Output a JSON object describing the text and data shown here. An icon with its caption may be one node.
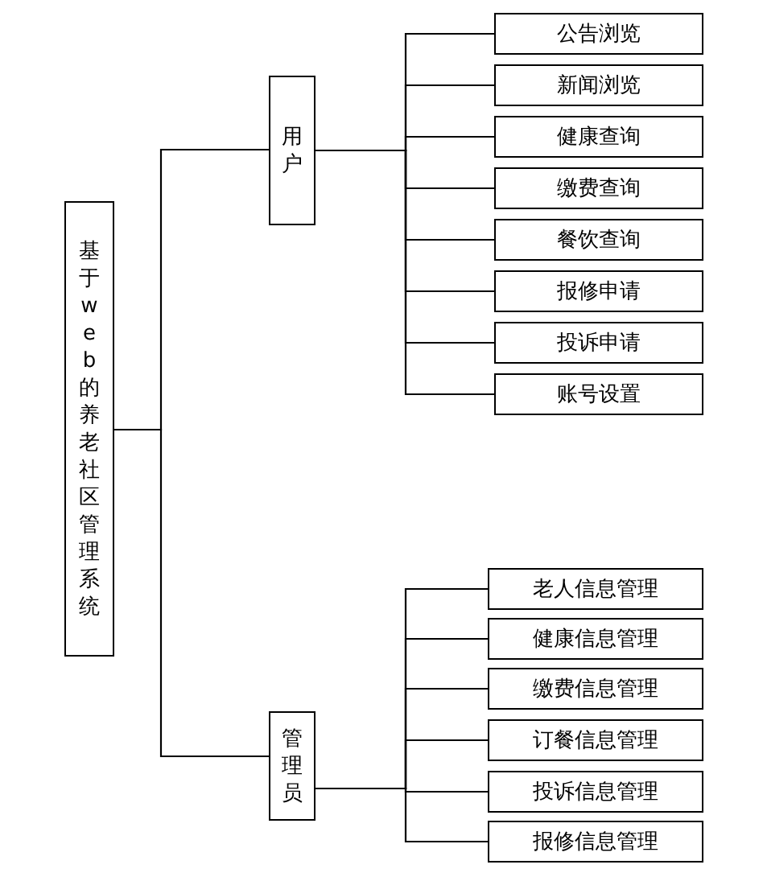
{
  "diagram": {
    "nodes": [
      {
        "text": [
          "基于web的养老社区管理系统"
        ]
      },
      {
        "text": [
          "用户"
        ]
      },
      {
        "text": [
          "管理员"
        ]
      },
      {
        "text": [
          "公告浏览"
        ]
      },
      {
        "text": [
          "新闻浏览"
        ]
      },
      {
        "text": [
          "健康查询"
        ]
      },
      {
        "text": [
          "缴费查询"
        ]
      },
      {
        "text": [
          "餐饮查询"
        ]
      },
      {
        "text": [
          "报修申请"
        ]
      },
      {
        "text": [
          "投诉申请"
        ]
      },
      {
        "text": [
          "账号设置"
        ]
      },
      {
        "text": [
          "老人信息管理"
        ]
      },
      {
        "text": [
          "健康信息管理"
        ]
      },
      {
        "text": [
          "缴费信息管理"
        ]
      },
      {
        "text": [
          "订餐信息管理"
        ]
      },
      {
        "text": [
          "投诉信息管理"
        ]
      },
      {
        "text": [
          "报修信息管理"
        ]
      }
    ],
    "edges": [
      {
        "from": 0,
        "to": 1,
        "arrow": "none"
      },
      {
        "from": 0,
        "to": 2,
        "arrow": "none"
      },
      {
        "from": 1,
        "to": 3,
        "arrow": "none"
      },
      {
        "from": 1,
        "to": 4,
        "arrow": "none"
      },
      {
        "from": 1,
        "to": 5,
        "arrow": "none"
      },
      {
        "from": 1,
        "to": 6,
        "arrow": "none"
      },
      {
        "from": 1,
        "to": 7,
        "arrow": "none"
      },
      {
        "from": 1,
        "to": 8,
        "arrow": "none"
      },
      {
        "from": 1,
        "to": 9,
        "arrow": "none"
      },
      {
        "from": 1,
        "to": 10,
        "arrow": "none"
      },
      {
        "from": 2,
        "to": 11,
        "arrow": "none"
      },
      {
        "from": 2,
        "to": 12,
        "arrow": "none"
      },
      {
        "from": 2,
        "to": 13,
        "arrow": "none"
      },
      {
        "from": 2,
        "to": 14,
        "arrow": "none"
      },
      {
        "from": 2,
        "to": 15,
        "arrow": "none"
      },
      {
        "from": 2,
        "to": 16,
        "arrow": "none"
      }
    ]
  }
}
